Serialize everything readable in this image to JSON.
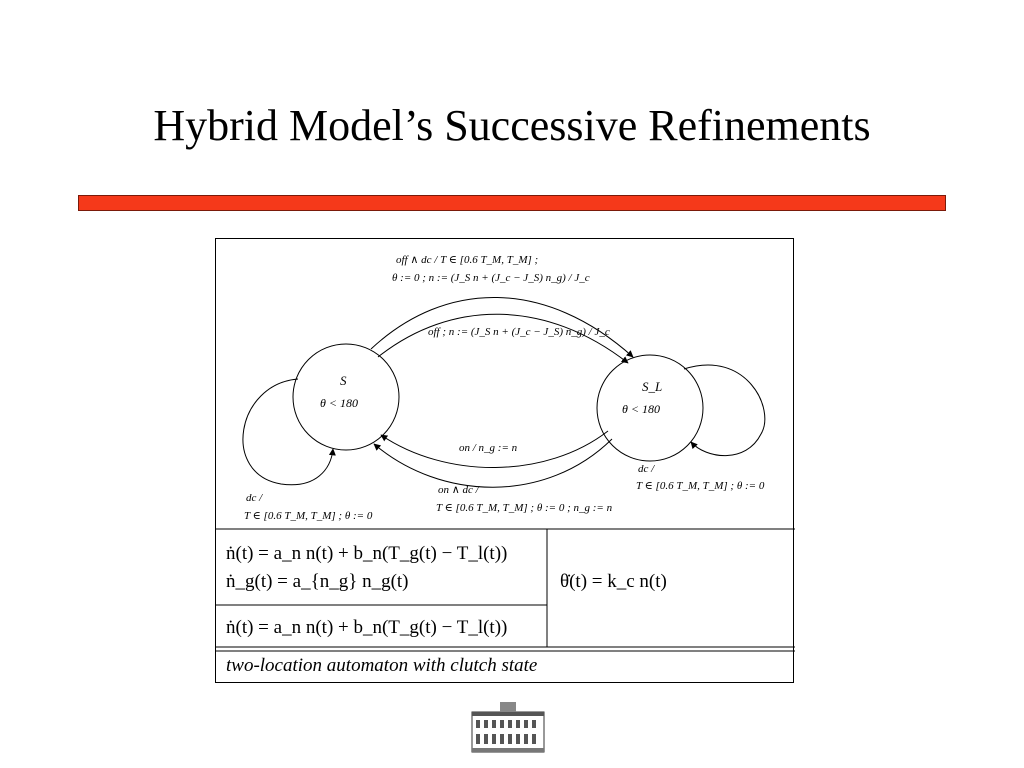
{
  "slide": {
    "title": "Hybrid Model’s Successive Refinements",
    "accent_color": "#f5391a"
  },
  "automaton": {
    "state_s": {
      "name": "S",
      "invariant": "θ < 180"
    },
    "state_sl": {
      "name": "S_L",
      "invariant": "θ < 180"
    },
    "top_edge_1": {
      "line1": "off ∧ dc / T ∈ [0.6 T_M, T_M] ;",
      "line2": "θ := 0 ; n := (J_S n + (J_c − J_S) n_g) / J_c"
    },
    "top_edge_2": {
      "label": "off ; n := (J_S n + (J_c − J_S) n_g) / J_c"
    },
    "bottom_edge_1": {
      "label": "on / n_g := n"
    },
    "bottom_edge_2": {
      "line1": "on ∧ dc /",
      "line2": "T ∈ [0.6 T_M, T_M] ; θ := 0 ; n_g := n"
    },
    "self_loop_s": {
      "line1": "dc /",
      "line2": "T ∈ [0.6 T_M, T_M] ; θ := 0"
    },
    "self_loop_sl": {
      "line1": "dc /",
      "line2": "T ∈ [0.6 T_M, T_M] ; θ := 0"
    }
  },
  "equations": {
    "s_dynamics": [
      "ṅ(t)  =  a_n n(t) + b_n(T_g(t) − T_l(t))",
      "ṅ_g(t)  =  a_{n_g} n_g(t)"
    ],
    "sl_dynamics": "ṅ(t) = a_n n(t) + b_n(T_g(t) − T_l(t))",
    "clutch": "θ̇(t)  =  k_c n(t)"
  },
  "caption": "two-location automaton with clutch state",
  "logo_icon": "building-logo-icon"
}
